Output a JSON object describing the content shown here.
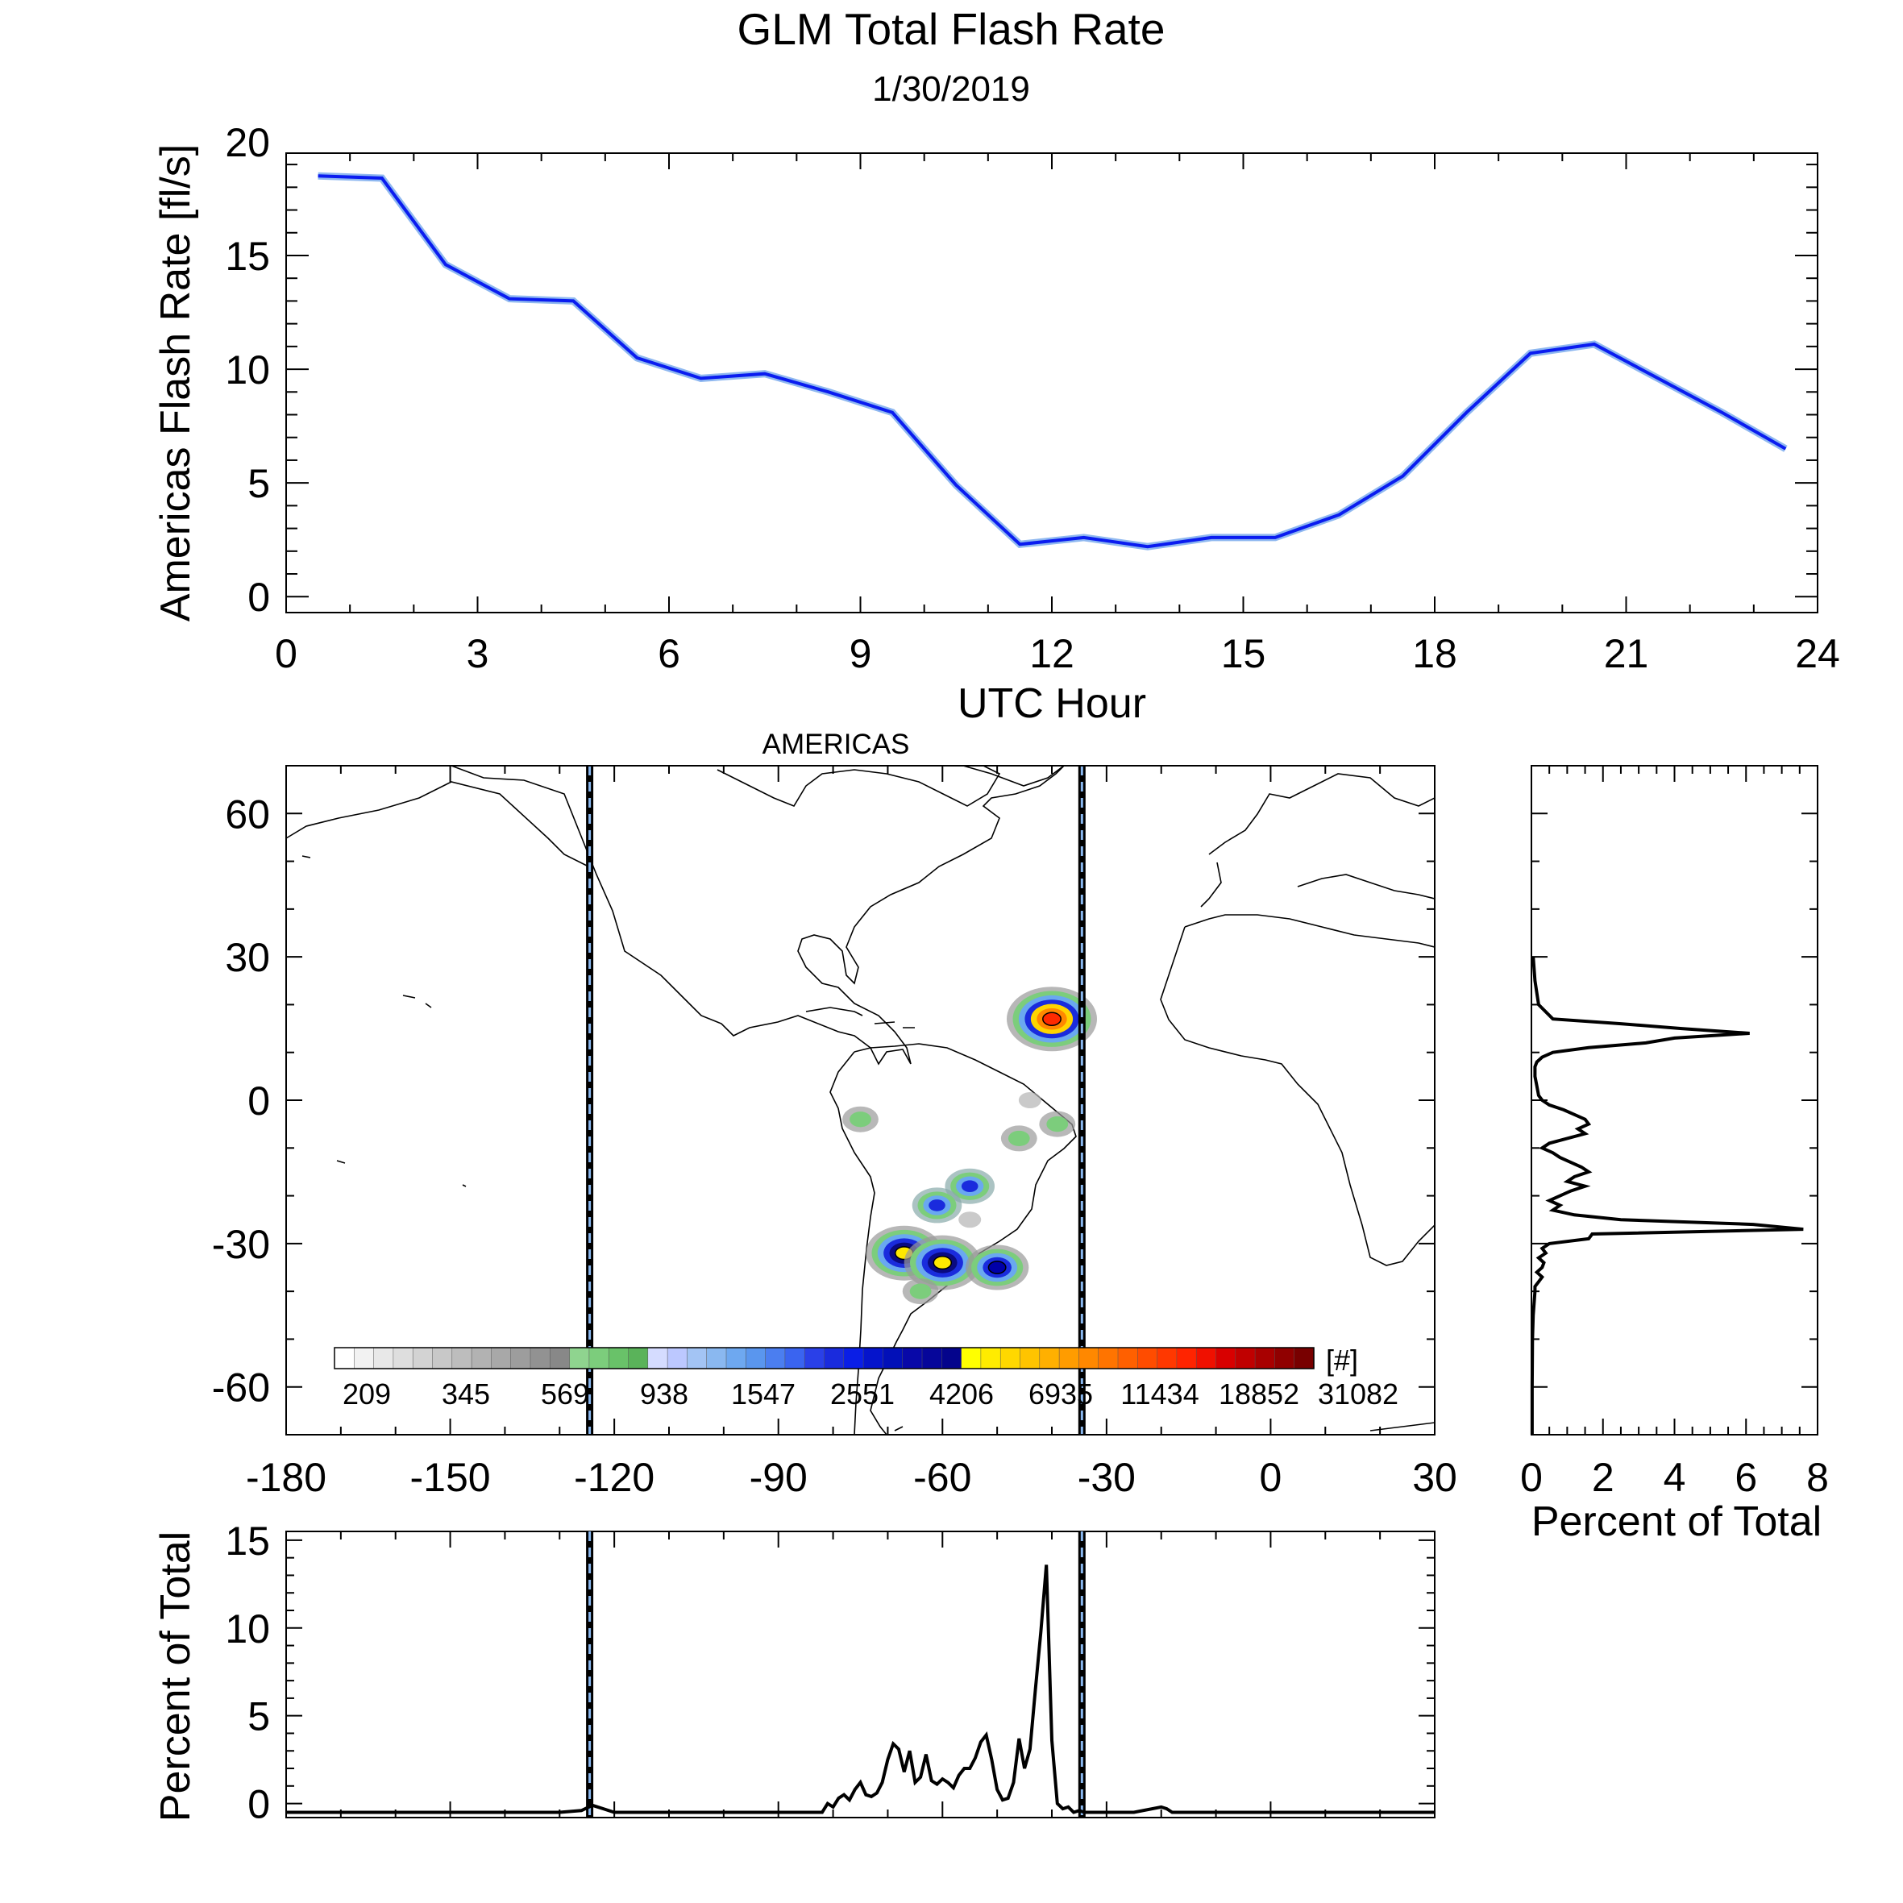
{
  "title": "GLM Total Flash Rate",
  "subtitle": "1/30/2019",
  "colors": {
    "rate_line": "#0a1cf0",
    "rate_halo": "#8fb8f0",
    "profile_line": "#000000",
    "sector_line": "#000000",
    "sector_dash": "#8ab8f0"
  },
  "chart_data": [
    {
      "type": "line",
      "name": "hourly-flash-rate",
      "xlabel": "UTC Hour",
      "ylabel": "Americas Flash Rate [fl/s]",
      "xlim": [
        0,
        24
      ],
      "ylim": [
        -0.7,
        19.5
      ],
      "xticks": [
        0,
        3,
        6,
        9,
        12,
        15,
        18,
        21,
        24
      ],
      "yticks": [
        0,
        5,
        10,
        15,
        20
      ],
      "grid": false,
      "x": [
        0.5,
        1.5,
        2.5,
        3.5,
        4.5,
        5.5,
        6.5,
        7.5,
        8.5,
        9.5,
        10.5,
        11.5,
        12.5,
        13.5,
        14.5,
        15.5,
        16.5,
        17.5,
        18.5,
        19.5,
        20.5,
        21.5,
        22.5,
        23.5
      ],
      "y": [
        18.5,
        18.4,
        14.6,
        13.1,
        13.0,
        10.5,
        9.6,
        9.8,
        9.0,
        8.1,
        4.9,
        2.3,
        2.6,
        2.2,
        2.6,
        2.6,
        3.6,
        5.3,
        8.1,
        10.7,
        11.1,
        9.6,
        8.1,
        6.5
      ]
    },
    {
      "type": "heatmap",
      "name": "flash-density-map",
      "title": "AMERICAS",
      "xlim": [
        -180,
        30
      ],
      "ylim": [
        -70,
        70
      ],
      "xticks": [
        -180,
        -150,
        -120,
        -90,
        -60,
        -30,
        0,
        30
      ],
      "yticks": [
        -60,
        -30,
        0,
        30,
        60
      ],
      "sector_boundaries_lon": [
        -124.5,
        -34.5
      ],
      "colorbar_unit": "[#]",
      "colorbar_labels": [
        "209",
        "345",
        "569",
        "938",
        "1547",
        "2551",
        "4206",
        "6935",
        "11434",
        "18852",
        "31082"
      ],
      "blobs": [
        {
          "lon": -40,
          "lat": 17,
          "level": 5
        },
        {
          "lon": -67,
          "lat": -32,
          "level": 4
        },
        {
          "lon": -60,
          "lat": -34,
          "level": 4
        },
        {
          "lon": -50,
          "lat": -35,
          "level": 3
        },
        {
          "lon": -55,
          "lat": -18,
          "level": 2
        },
        {
          "lon": -61,
          "lat": -22,
          "level": 2
        },
        {
          "lon": -75,
          "lat": -4,
          "level": 1
        },
        {
          "lon": -46,
          "lat": -8,
          "level": 1
        },
        {
          "lon": -39,
          "lat": -5,
          "level": 1
        },
        {
          "lon": -64,
          "lat": -40,
          "level": 1
        },
        {
          "lon": -55,
          "lat": -25,
          "level": 0
        },
        {
          "lon": -44,
          "lat": 0,
          "level": 0
        }
      ]
    },
    {
      "type": "line",
      "name": "latitude-profile",
      "xlabel": "Percent of Total",
      "xlim": [
        0,
        8
      ],
      "ylim": [
        -70,
        70
      ],
      "xticks": [
        0,
        2,
        4,
        6,
        8
      ],
      "y": [
        30,
        25,
        20,
        17,
        16,
        15,
        14,
        13,
        12,
        11,
        10,
        9,
        8,
        7,
        5,
        3,
        1,
        0,
        -1,
        -2,
        -3,
        -4,
        -5,
        -6,
        -7,
        -8,
        -9,
        -10,
        -11,
        -12,
        -13,
        -14,
        -15,
        -16,
        -17,
        -18,
        -19,
        -20,
        -21,
        -22,
        -23,
        -24,
        -25,
        -26,
        -27,
        -28,
        -29,
        -30,
        -31,
        -32,
        -33,
        -34,
        -35,
        -36,
        -37,
        -38,
        -39,
        -40,
        -45,
        -50,
        -60,
        -70
      ],
      "x": [
        0.05,
        0.1,
        0.2,
        0.6,
        2.5,
        4.2,
        6.1,
        4.0,
        3.2,
        1.6,
        0.6,
        0.3,
        0.15,
        0.1,
        0.1,
        0.15,
        0.2,
        0.3,
        0.5,
        0.9,
        1.2,
        1.5,
        1.6,
        1.3,
        1.5,
        1.0,
        0.5,
        0.3,
        0.6,
        0.8,
        1.1,
        1.4,
        1.6,
        1.2,
        1.0,
        1.5,
        1.1,
        0.8,
        0.5,
        0.8,
        0.6,
        1.2,
        2.5,
        6.2,
        7.6,
        1.7,
        1.6,
        0.5,
        0.3,
        0.4,
        0.2,
        0.35,
        0.3,
        0.15,
        0.3,
        0.2,
        0.1,
        0.1,
        0.05,
        0.03,
        0.02,
        0.02
      ]
    },
    {
      "type": "line",
      "name": "longitude-profile",
      "ylabel": "Percent of Total",
      "xlim": [
        -180,
        30
      ],
      "ylim": [
        -0.8,
        15.5
      ],
      "yticks": [
        0,
        5,
        10,
        15
      ],
      "x": [
        -180,
        -130,
        -126,
        -124,
        -122,
        -120,
        -100,
        -82,
        -81,
        -80,
        -79,
        -78,
        -77,
        -76,
        -75,
        -74,
        -73,
        -72,
        -71,
        -70,
        -69,
        -68,
        -67,
        -66,
        -65,
        -64,
        -63,
        -62,
        -61,
        -60,
        -59,
        -58,
        -57,
        -56,
        -55,
        -54,
        -53,
        -52,
        -51,
        -50,
        -49,
        -48,
        -47,
        -46,
        -45,
        -44,
        -43,
        -42,
        -41,
        -40,
        -39,
        -38,
        -37,
        -36,
        -35,
        -34,
        -32,
        -30,
        -25,
        -20,
        -19,
        -18,
        -10,
        0,
        30
      ],
      "y": [
        -0.5,
        -0.5,
        -0.4,
        -0.1,
        -0.3,
        -0.5,
        -0.5,
        -0.5,
        0.0,
        -0.2,
        0.3,
        0.5,
        0.2,
        0.8,
        1.2,
        0.5,
        0.4,
        0.6,
        1.2,
        2.5,
        3.4,
        3.1,
        1.8,
        3.0,
        1.2,
        1.5,
        2.8,
        1.3,
        1.1,
        1.4,
        1.2,
        0.9,
        1.6,
        2.0,
        2.0,
        2.6,
        3.5,
        3.9,
        2.5,
        0.8,
        0.2,
        0.3,
        1.2,
        3.7,
        2.0,
        3.1,
        6.5,
        9.8,
        13.6,
        3.6,
        0.0,
        -0.3,
        -0.2,
        -0.5,
        -0.4,
        -0.5,
        -0.5,
        -0.5,
        -0.5,
        -0.2,
        -0.3,
        -0.5,
        -0.5,
        -0.5,
        -0.5
      ]
    }
  ]
}
